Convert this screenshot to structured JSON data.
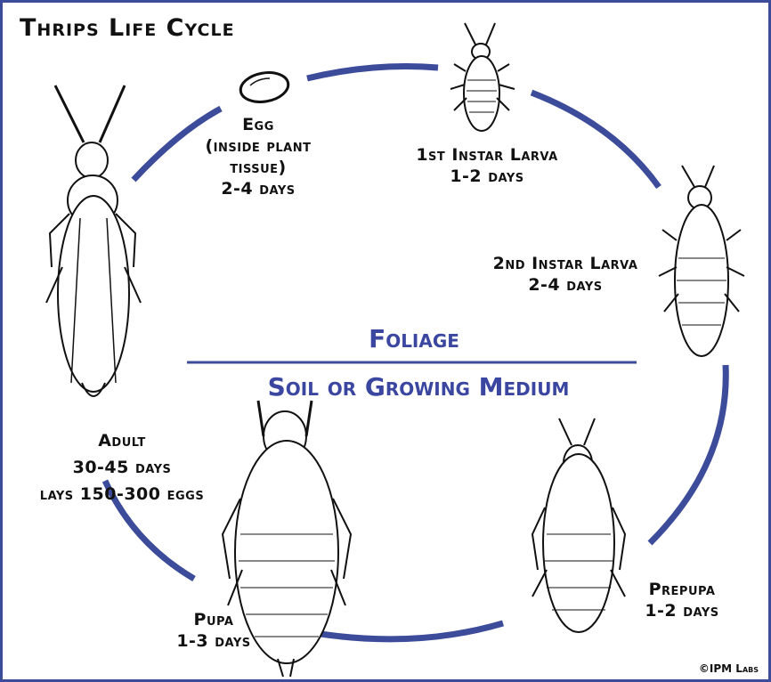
{
  "title": "Thrips Life Cycle",
  "zones": {
    "upper": "Foliage",
    "lower": "Soil or Growing Medium"
  },
  "stages": [
    {
      "id": "egg",
      "lines": [
        "Egg",
        "(inside plant",
        "tissue)",
        "2-4 days"
      ]
    },
    {
      "id": "first-instar",
      "lines": [
        "1st Instar Larva",
        "1-2 days"
      ]
    },
    {
      "id": "second-instar",
      "lines": [
        "2nd Instar Larva",
        "2-4 days"
      ]
    },
    {
      "id": "prepupa",
      "lines": [
        "Prepupa",
        "1-2 days"
      ]
    },
    {
      "id": "pupa",
      "lines": [
        "Pupa",
        "1-3 days"
      ]
    },
    {
      "id": "adult",
      "lines": [
        "Adult",
        "30-45 days",
        "lays 150-300 eggs"
      ]
    }
  ],
  "credit": "©IPM Labs",
  "colors": {
    "cycle": "#3c4c9a",
    "ink": "#111111",
    "frame": "#3c4c9a"
  }
}
